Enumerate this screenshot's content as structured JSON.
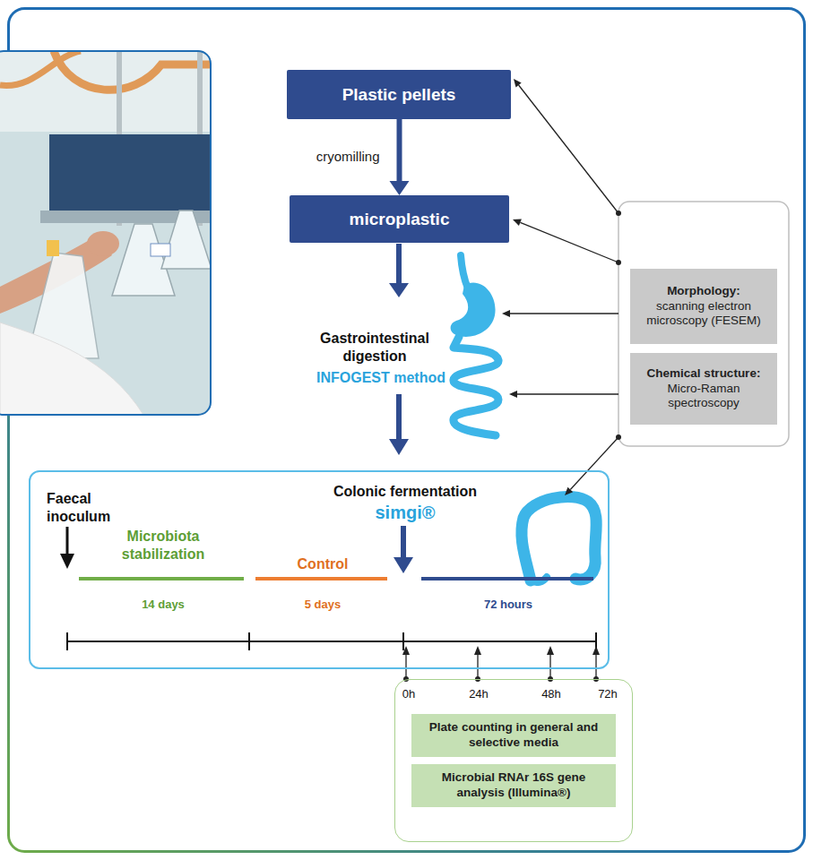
{
  "diagram": {
    "nodes": [
      {
        "text": [
          "Plastic pellets"
        ]
      },
      {
        "text": [
          "microplastic"
        ]
      },
      {
        "text": [
          "Morphology:",
          "scanning electron microscopy (FESEM)"
        ]
      },
      {
        "text": [
          "Chemical structure:",
          "Micro-Raman spectroscopy"
        ]
      },
      {
        "text": [
          "Faecal inoculum",
          "Colonic fermentation",
          "simgi®",
          "Microbiota stabilization",
          "14 days",
          "Control",
          "5 days",
          "72 hours"
        ]
      },
      {
        "text": [
          "0h",
          "24h",
          "48h",
          "72h"
        ]
      },
      {
        "text": [
          "Plate counting in general and selective media"
        ],
        "in": 5
      },
      {
        "text": [
          "Microbial RNAr 16S gene analysis (Illumina®)"
        ],
        "in": 5
      }
    ],
    "edges": [
      {
        "from": 0,
        "to": 1,
        "arrow": "to",
        "label": "cryomilling"
      }
    ],
    "labels": [
      "Gastrointestinal digestion",
      "INFOGEST method"
    ]
  }
}
